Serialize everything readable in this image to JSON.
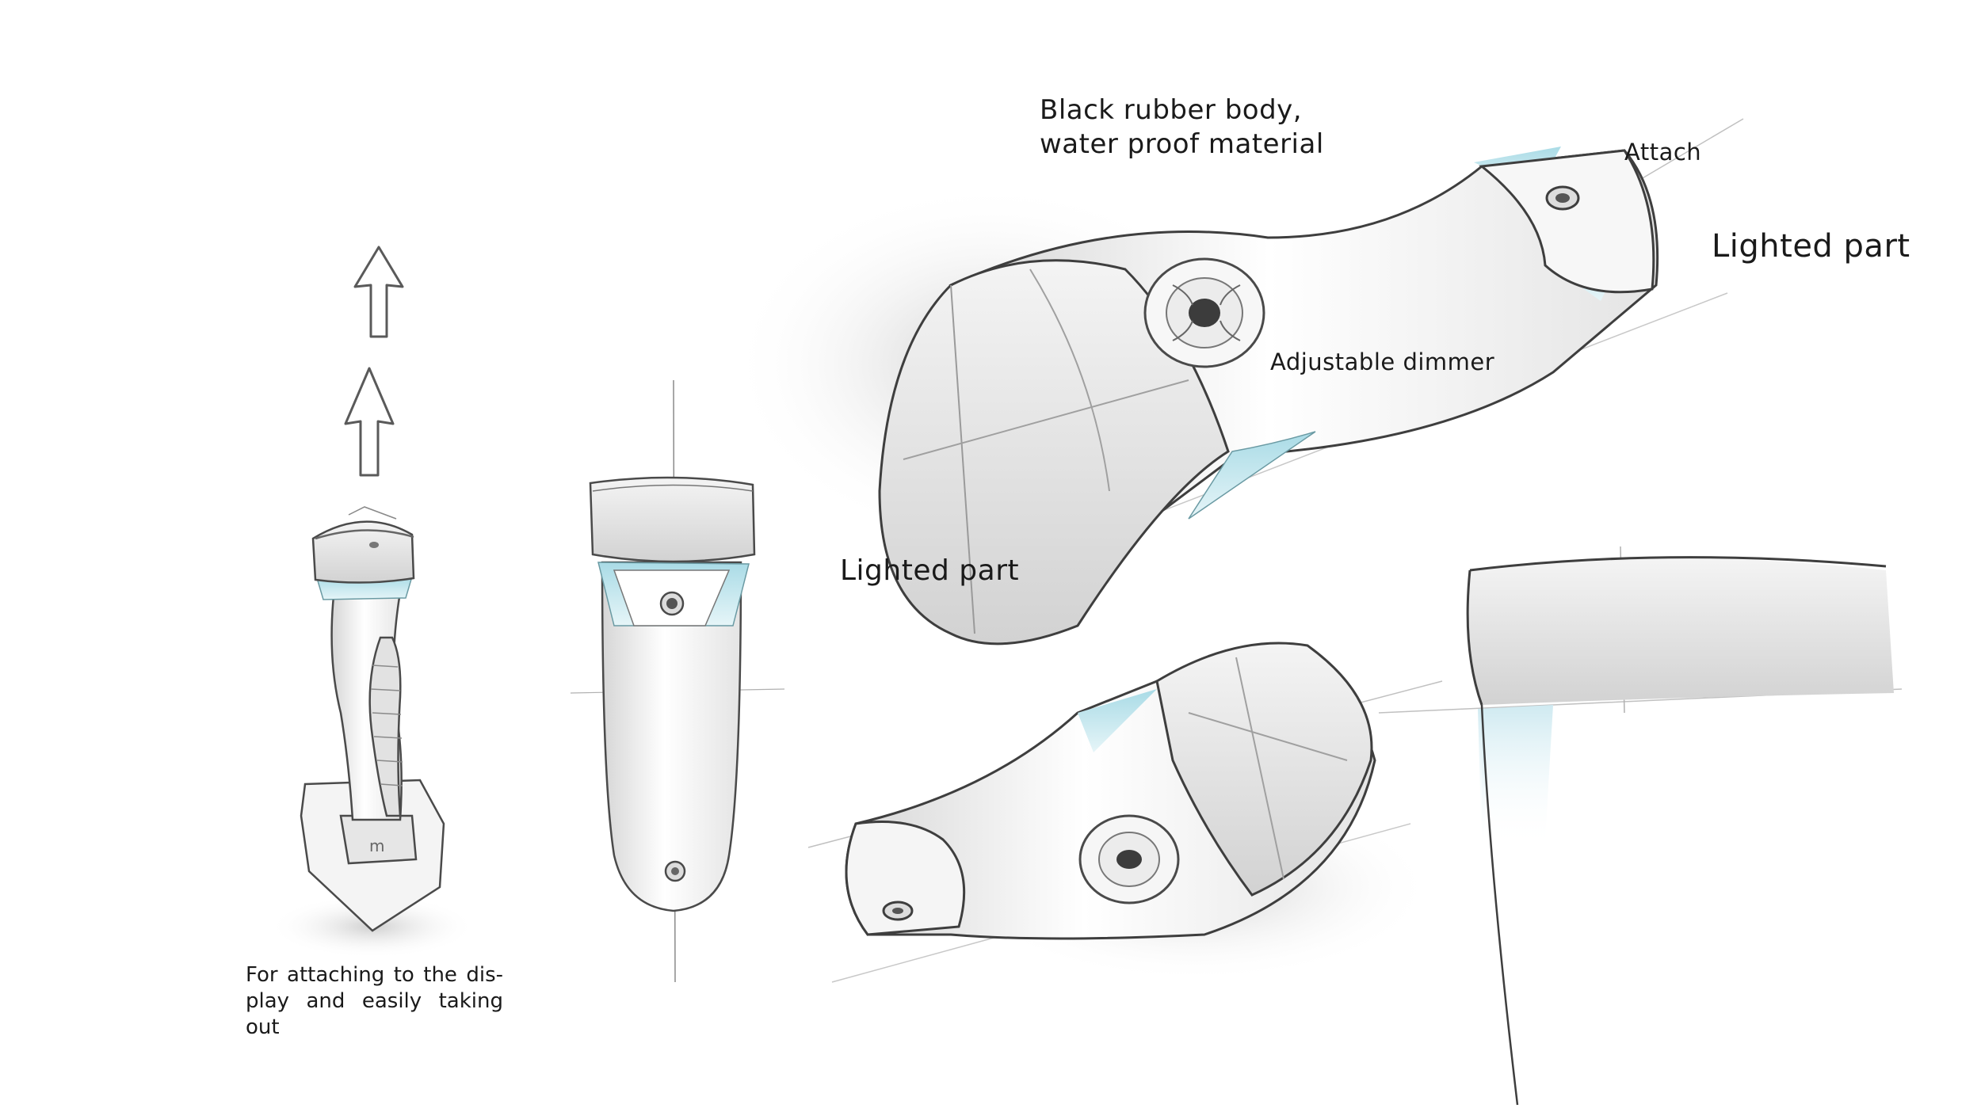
{
  "annotations": {
    "body_material": [
      "Black rubber body,",
      "water proof material"
    ],
    "attach": "Attach",
    "lighted_part_top": "Lighted part",
    "adjustable_dimmer": "Adjustable dimmer",
    "lighted_part_middle": "Lighted part",
    "attaching_note": "For attaching to the dis- play and easily taking out"
  },
  "colors": {
    "background": "#ffffff",
    "pencil_line": "#4a4a4a",
    "light_accent": "#bfe4ea",
    "shadow": "#bdbdbd"
  }
}
